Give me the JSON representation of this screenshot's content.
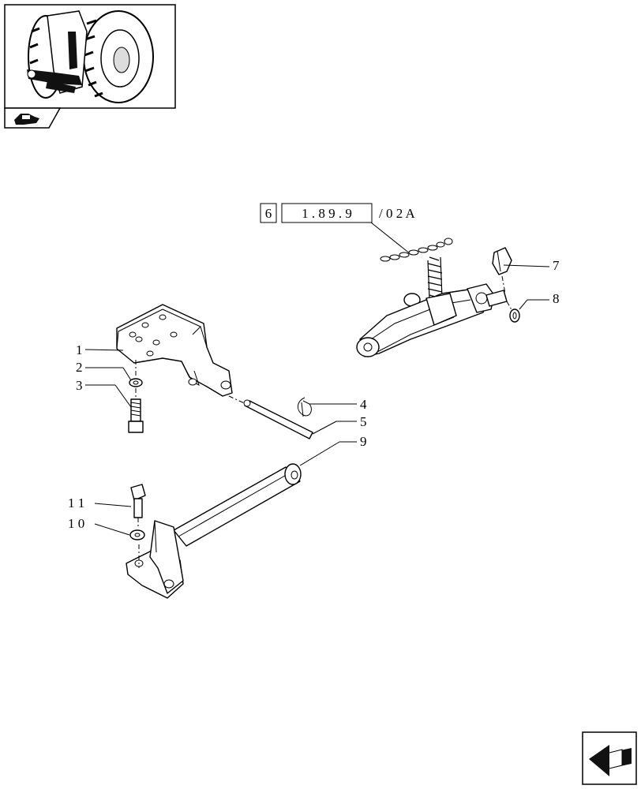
{
  "reference": {
    "box1": "6",
    "box2": "1 . 8 9 . 9",
    "suffix": "/ 0 2 A"
  },
  "callouts": {
    "c1": "1",
    "c2": "2",
    "c3": "3",
    "c4": "4",
    "c5": "5",
    "c7": "7",
    "c8": "8",
    "c9": "9",
    "c10": "1 0",
    "c11": "1 1"
  },
  "icons": {
    "thumbnail": "tractor-rear-thumbnail-icon",
    "section_tab": "hand-pointer-icon",
    "next_page": "next-page-arrow-icon"
  }
}
